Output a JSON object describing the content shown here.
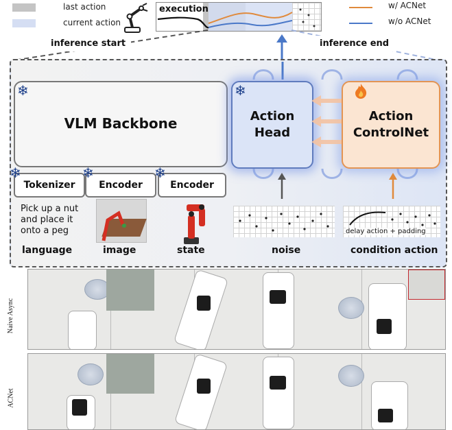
{
  "legend": {
    "last_action": "last action",
    "current_action": "current action",
    "with_acnet": "w/ ACNet",
    "without_acnet": "w/o ACNet",
    "colors": {
      "last_action": "#c4c4c4",
      "current_action": "#d5def3",
      "with_acnet": "#e08a3c",
      "without_acnet": "#4a78c8"
    }
  },
  "timeline": {
    "execution_label": "execution",
    "inference_start": "inference start",
    "inference_end": "inference end"
  },
  "pipeline": {
    "vlm_backbone": "VLM Backbone",
    "tokenizer": "Tokenizer",
    "image_encoder": "Encoder",
    "state_encoder": "Encoder",
    "action_head_line1": "Action",
    "action_head_line2": "Head",
    "controlnet_line1": "Action",
    "controlnet_line2": "ControlNet",
    "language_text_line1": "Pick up a nut",
    "language_text_line2": "and place it",
    "language_text_line3": "onto a peg",
    "language_label": "language",
    "image_label": "image",
    "state_label": "state",
    "noise_label": "noise",
    "condition_label": "condition action",
    "delay_text": "delay action + padding",
    "frozen_icon": "snowflake-icon",
    "trainable_icon": "fire-icon"
  },
  "results": {
    "row1_label": "Naive Async",
    "row2_label": "ACNet"
  }
}
